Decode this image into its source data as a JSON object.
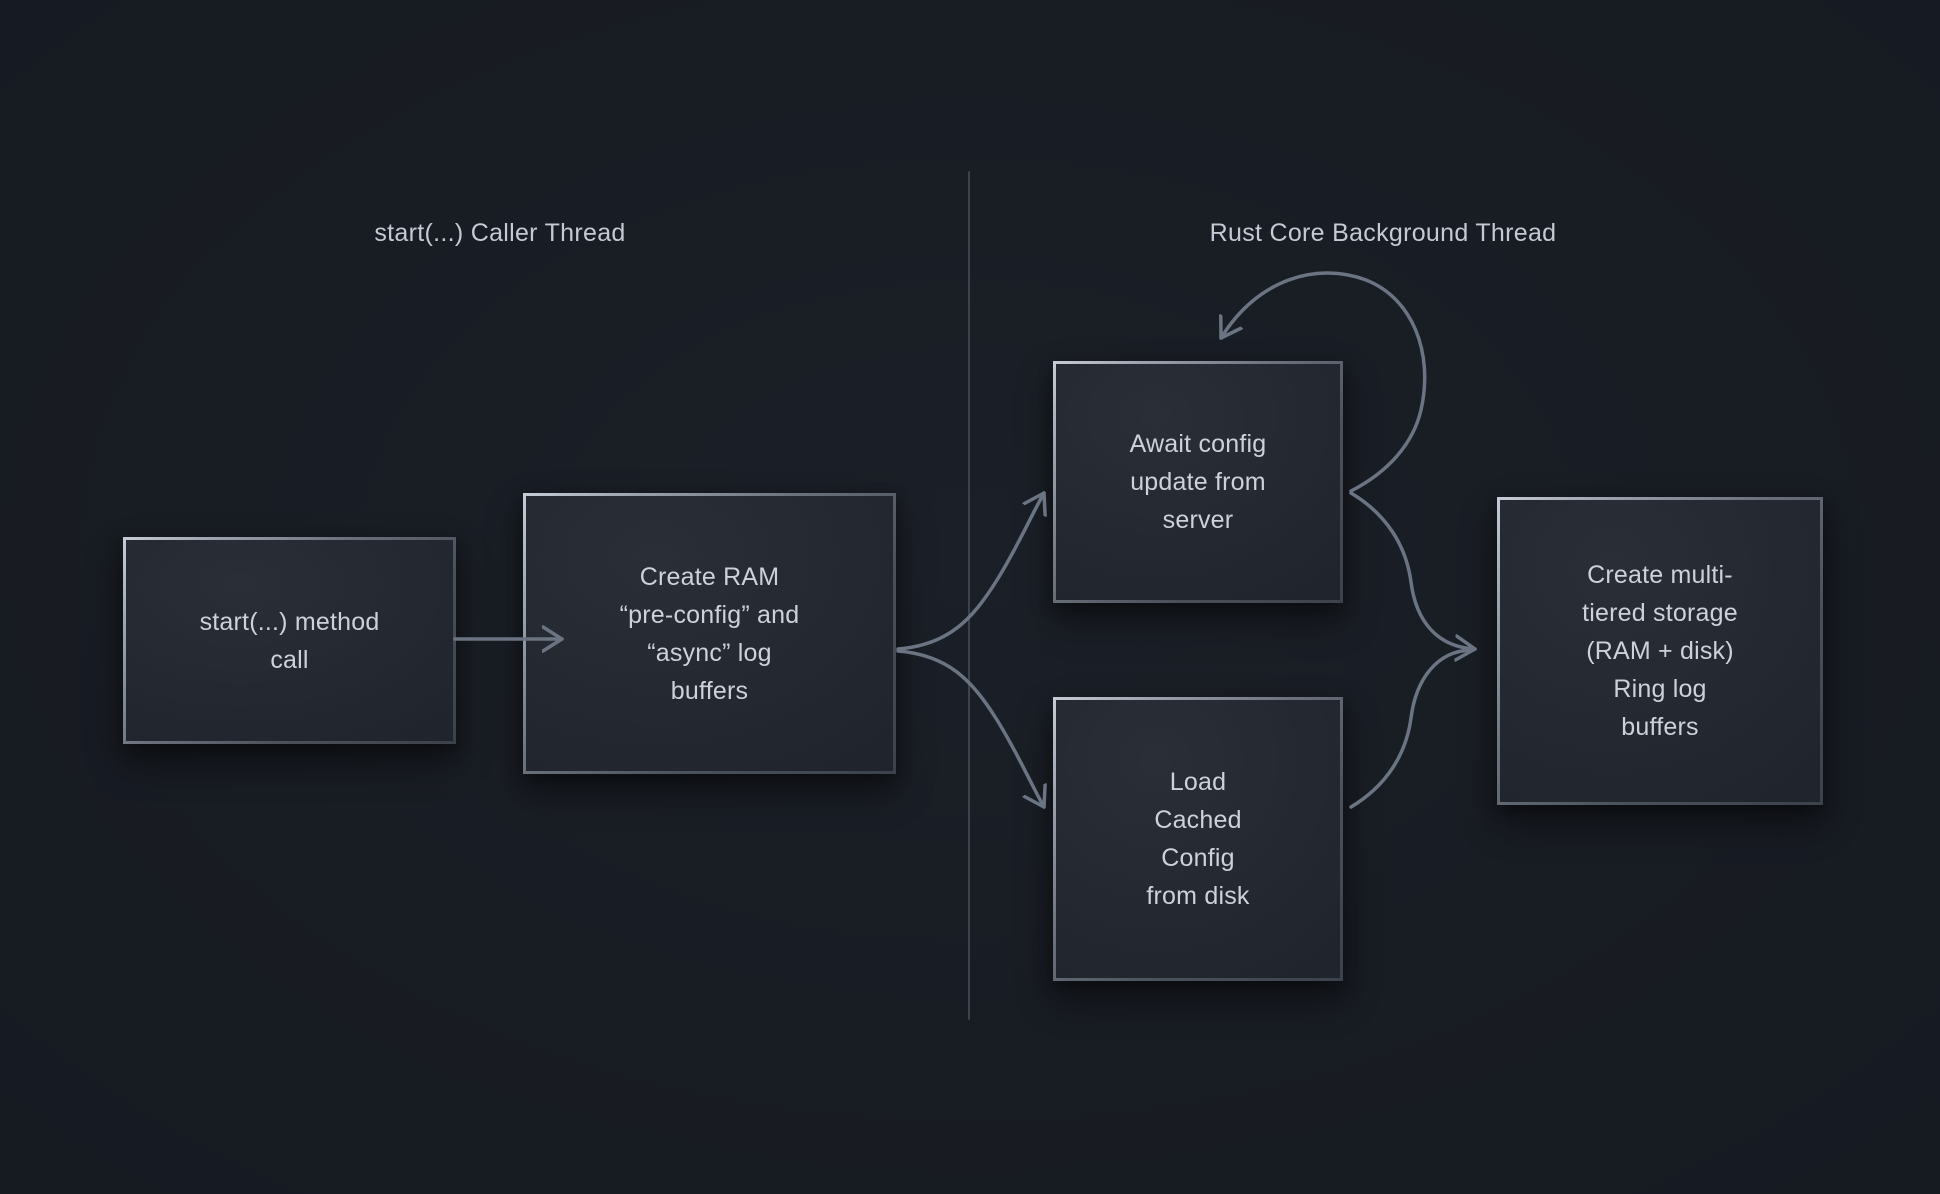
{
  "diagram": {
    "background": "#181c23",
    "lanes": {
      "left": {
        "title": "start(...) Caller Thread"
      },
      "right": {
        "title": "Rust Core Background Thread"
      }
    },
    "nodes": [
      {
        "id": "start-method-call",
        "lane": "left",
        "label": "start(...) method\ncall"
      },
      {
        "id": "create-ram-buffers",
        "lane": "left",
        "label": "Create RAM\n“pre-config” and\n“async” log\nbuffers"
      },
      {
        "id": "await-config-update",
        "lane": "right",
        "label": "Await config\nupdate from\nserver"
      },
      {
        "id": "load-cached-config",
        "lane": "right",
        "label": "Load\nCached\nConfig\nfrom disk"
      },
      {
        "id": "create-tiered-storage",
        "lane": "right",
        "label": "Create multi-\ntiered storage\n(RAM + disk)\nRing log\nbuffers"
      }
    ],
    "edges": [
      {
        "from": "start-method-call",
        "to": "create-ram-buffers",
        "type": "straight"
      },
      {
        "from": "create-ram-buffers",
        "to": "await-config-update",
        "type": "fork-curve"
      },
      {
        "from": "create-ram-buffers",
        "to": "load-cached-config",
        "type": "fork-curve"
      },
      {
        "from": "await-config-update",
        "to": "await-config-update",
        "type": "self-loop"
      },
      {
        "from": "await-config-update",
        "to": "create-tiered-storage",
        "type": "merge-curve"
      },
      {
        "from": "load-cached-config",
        "to": "create-tiered-storage",
        "type": "merge-curve"
      }
    ],
    "colors": {
      "arrow": "#6b7482",
      "divider": "#3d434d",
      "lane_title_text": "#c4cad4",
      "node_text": "#ccd2db",
      "node_border_light": "#c6cdd7",
      "node_border_dark": "#3c424c",
      "node_fill": "#23272f"
    }
  }
}
